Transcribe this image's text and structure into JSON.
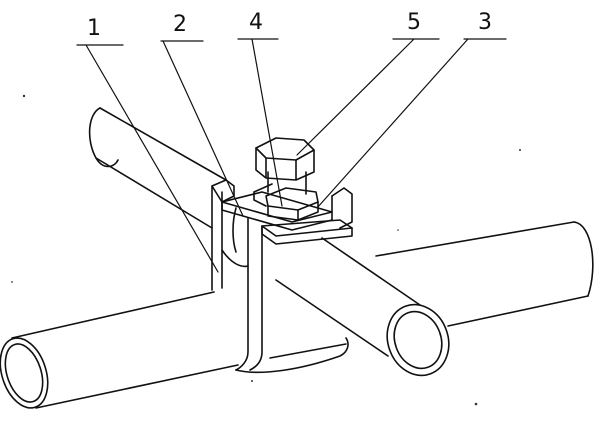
{
  "callouts": [
    {
      "id": "1",
      "label": "1"
    },
    {
      "id": "2",
      "label": "2"
    },
    {
      "id": "4",
      "label": "4"
    },
    {
      "id": "5",
      "label": "5"
    },
    {
      "id": "3",
      "label": "3"
    }
  ]
}
